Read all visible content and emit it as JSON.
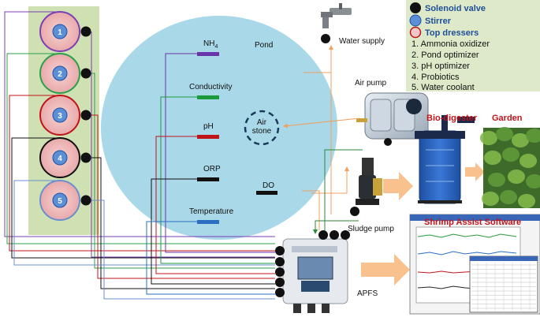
{
  "diagram": {
    "pond_label": "Pond",
    "air_stone_label": "Air stone",
    "water_supply_label": "Water supply",
    "air_pump_label": "Air pump",
    "sludge_pump_label": "Sludge pump",
    "bio_digester_label": "Bio-digester",
    "garden_label": "Garden",
    "software_label": "Shrimp Assist Software",
    "apfs_label": "APFS",
    "sensors": [
      {
        "label": "NH",
        "sub": "4",
        "color": "#6a35a8"
      },
      {
        "label": "Conductivity",
        "sub": "",
        "color": "#1a9a3c"
      },
      {
        "label": "pH",
        "sub": "",
        "color": "#c0141b"
      },
      {
        "label": "ORP",
        "sub": "",
        "color": "#111111"
      },
      {
        "label": "Temperature",
        "sub": "",
        "color": "#2a6fc0"
      }
    ],
    "do_label": "DO",
    "dressers": [
      {
        "number": "1",
        "ring_color": "#7a3fb5"
      },
      {
        "number": "2",
        "ring_color": "#2aa04a"
      },
      {
        "number": "3",
        "ring_color": "#c0141b"
      },
      {
        "number": "4",
        "ring_color": "#111111"
      },
      {
        "number": "5",
        "ring_color": "#6a8fd0"
      }
    ]
  },
  "legend": {
    "solenoid": "Solenoid valve",
    "stirrer": "Stirrer",
    "top_dressers": "Top dressers",
    "items": [
      "1. Ammonia oxidizer",
      "2. Pond optimizer",
      "3. pH optimizer",
      "4. Probiotics",
      "5. Water coolant"
    ]
  },
  "colors": {
    "pond": "#a9d8e8",
    "panel": "#cfe0b2",
    "legend_bg": "#dde9c8",
    "arrow_orange": "#f0a060",
    "title_red": "#c0141b"
  }
}
